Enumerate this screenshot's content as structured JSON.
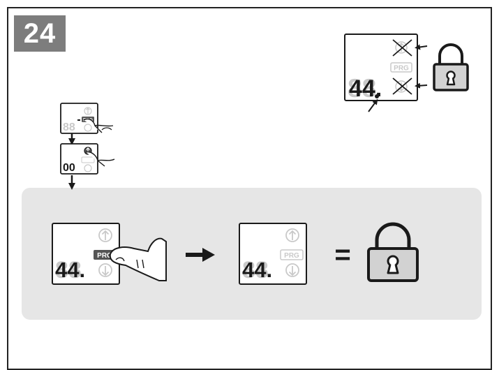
{
  "step_number": "24",
  "button_label": "PRG",
  "display": {
    "lit_value": "44.",
    "dim_value": "88",
    "zero_value": "00"
  },
  "equals_sign": "=",
  "colors": {
    "step_badge": "#7d7d7d",
    "panel": "#e6e6e6",
    "stroke": "#1a1a1a",
    "dim": "#c9c9c9",
    "button": "#d2d2d2",
    "button_dark": "#555555"
  },
  "icons": [
    "up-arrow-icon",
    "down-arrow-icon",
    "padlock-icon",
    "finger-icon",
    "arrow-right-icon",
    "cross-icon"
  ]
}
